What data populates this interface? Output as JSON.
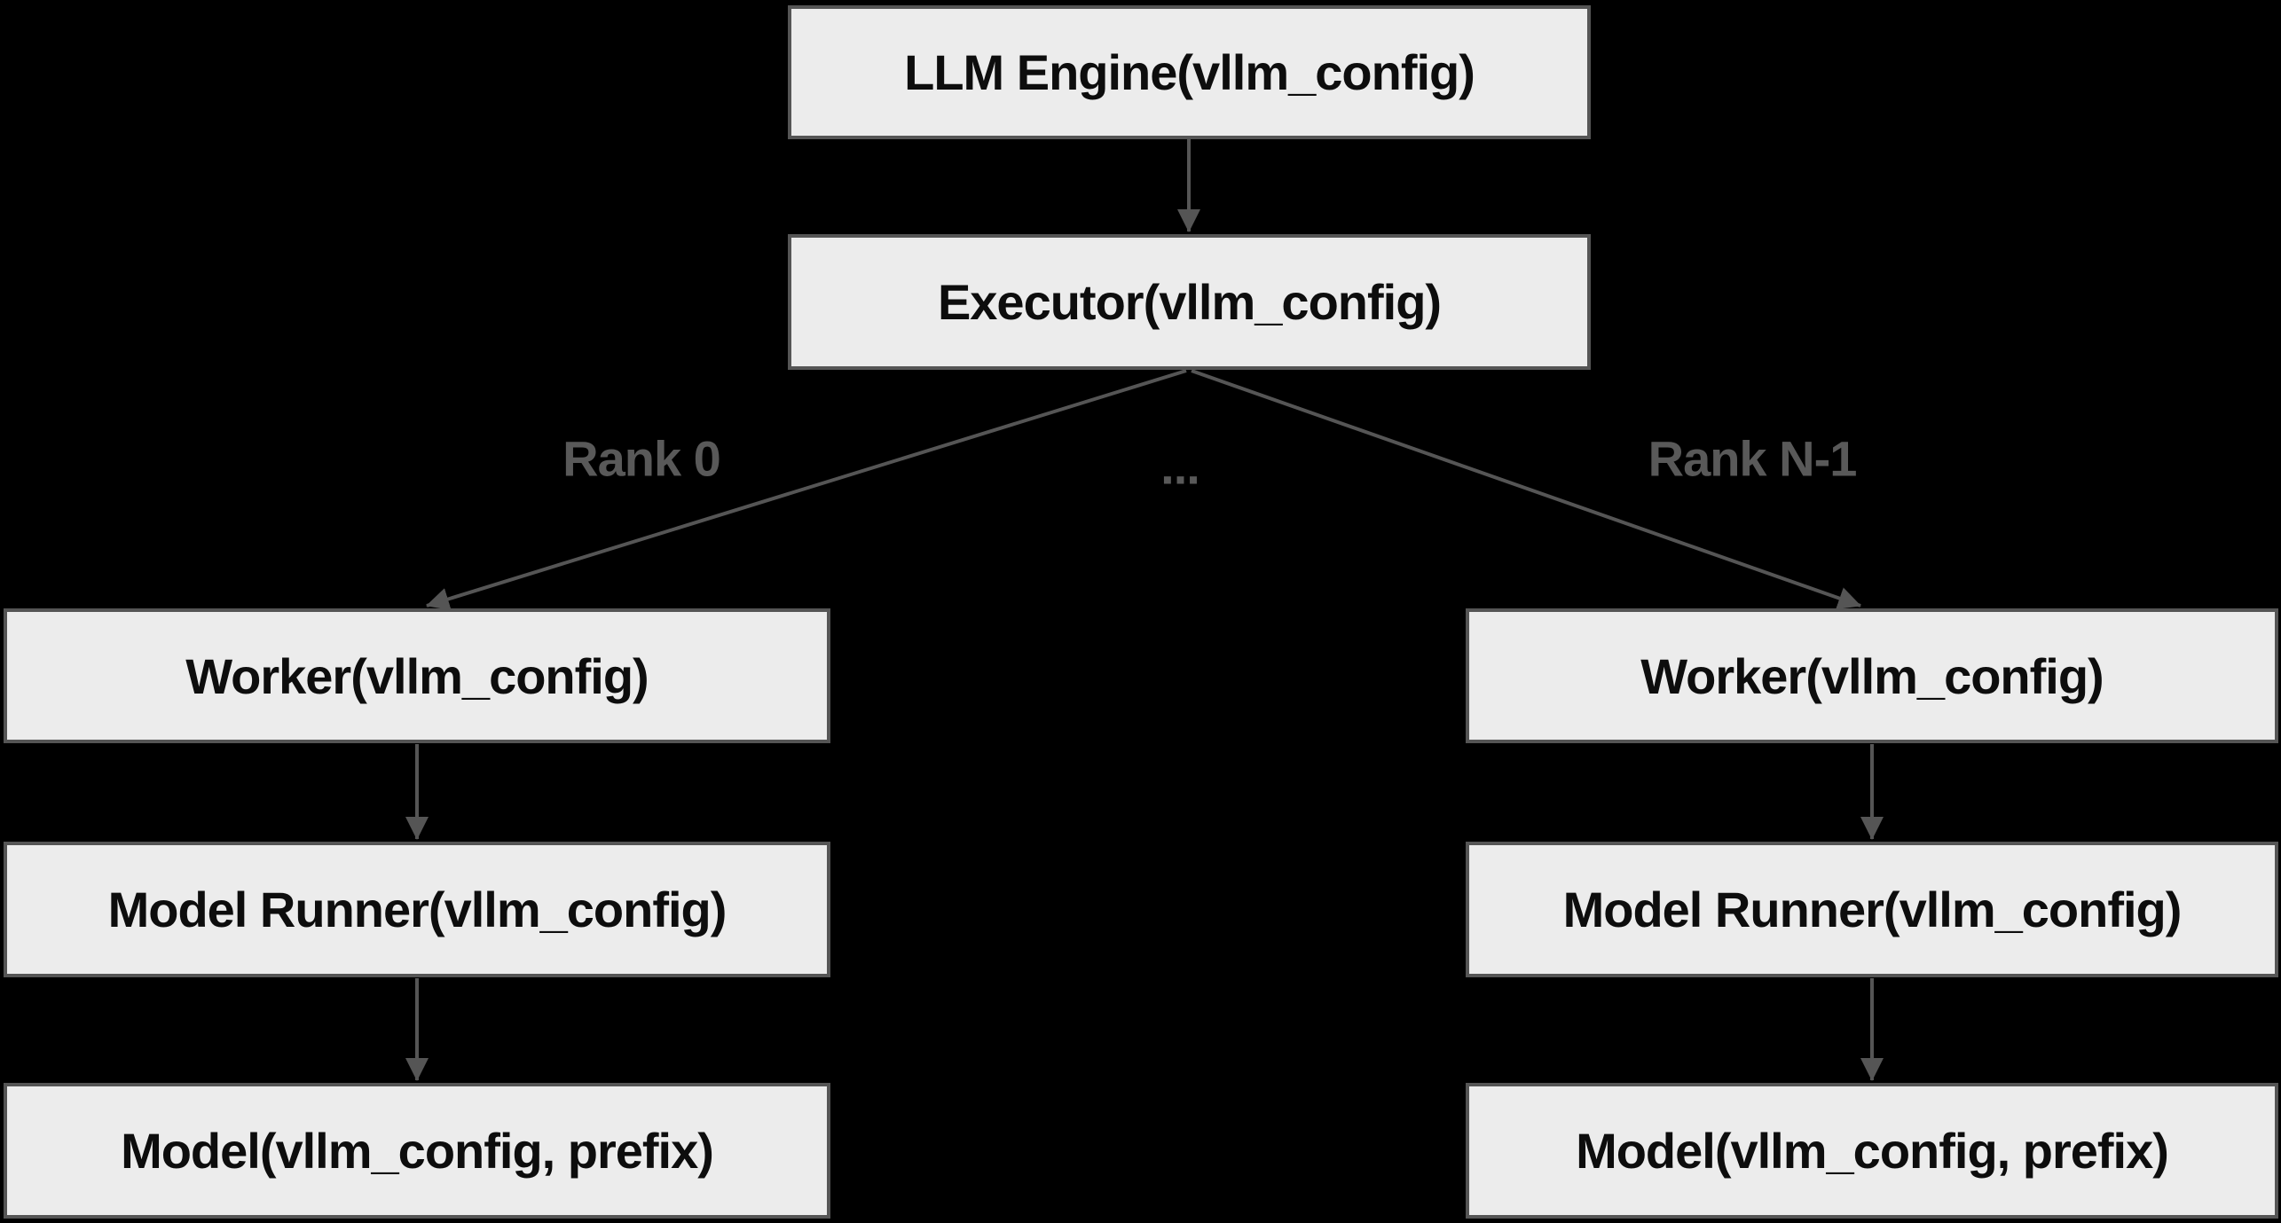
{
  "colors": {
    "background": "#000000",
    "node_fill": "#ececec",
    "node_border": "#555555",
    "edge_color": "#555555",
    "text_color": "#0d0d0d",
    "label_color": "#595959"
  },
  "diagram": {
    "nodes": {
      "llm_engine": {
        "label": "LLM Engine(vllm_config)"
      },
      "executor": {
        "label": "Executor(vllm_config)"
      },
      "worker_left": {
        "label": "Worker(vllm_config)"
      },
      "model_runner_left": {
        "label": "Model Runner(vllm_config)"
      },
      "model_left": {
        "label": "Model(vllm_config, prefix)"
      },
      "worker_right": {
        "label": "Worker(vllm_config)"
      },
      "model_runner_right": {
        "label": "Model Runner(vllm_config)"
      },
      "model_right": {
        "label": "Model(vllm_config, prefix)"
      }
    },
    "edge_labels": {
      "rank_0": "Rank 0",
      "ellipsis": "...",
      "rank_n_1": "Rank N-1"
    }
  }
}
